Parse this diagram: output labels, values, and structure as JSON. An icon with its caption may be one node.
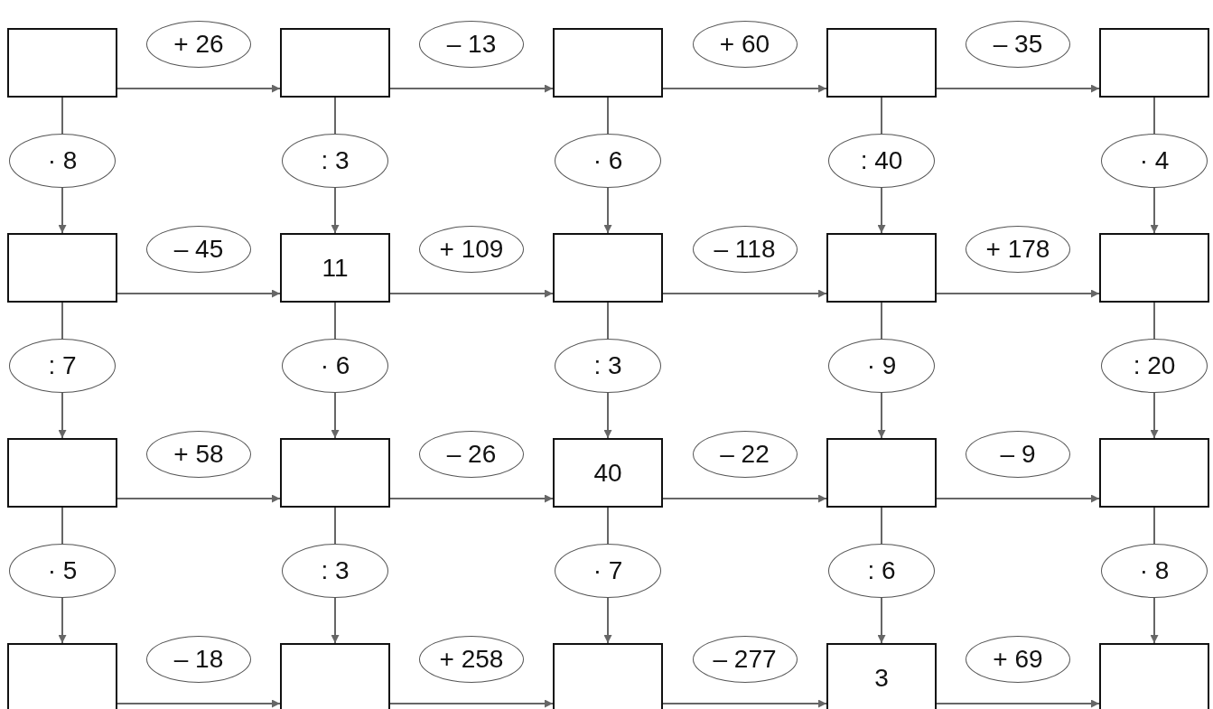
{
  "diagram": {
    "nodes": [
      {
        "text": [],
        "shape": "box"
      },
      {
        "text": [],
        "shape": "box"
      },
      {
        "text": [],
        "shape": "box"
      },
      {
        "text": [],
        "shape": "box"
      },
      {
        "text": [],
        "shape": "box"
      },
      {
        "text": [],
        "shape": "box"
      },
      {
        "text": [
          "11"
        ]
      },
      {
        "text": [],
        "shape": "box"
      },
      {
        "text": [],
        "shape": "box"
      },
      {
        "text": [],
        "shape": "box"
      },
      {
        "text": [],
        "shape": "box"
      },
      {
        "text": [],
        "shape": "box"
      },
      {
        "text": [
          "40"
        ]
      },
      {
        "text": [],
        "shape": "box"
      },
      {
        "text": [],
        "shape": "box"
      },
      {
        "text": [],
        "shape": "box"
      },
      {
        "text": [],
        "shape": "box"
      },
      {
        "text": [],
        "shape": "box"
      },
      {
        "text": [
          "3"
        ]
      },
      {
        "text": [],
        "shape": "box"
      }
    ],
    "edges": [
      {
        "from": 0,
        "to": 1,
        "arrow": "to",
        "label": "+ 26"
      },
      {
        "from": 1,
        "to": 2,
        "arrow": "to",
        "label": "– 13"
      },
      {
        "from": 2,
        "to": 3,
        "arrow": "to",
        "label": "+ 60"
      },
      {
        "from": 3,
        "to": 4,
        "arrow": "to",
        "label": "– 35"
      },
      {
        "from": 0,
        "to": 5,
        "arrow": "to",
        "label": "· 8"
      },
      {
        "from": 1,
        "to": 6,
        "arrow": "to",
        "label": ": 3"
      },
      {
        "from": 2,
        "to": 7,
        "arrow": "to",
        "label": "· 6"
      },
      {
        "from": 3,
        "to": 8,
        "arrow": "to",
        "label": ": 40"
      },
      {
        "from": 4,
        "to": 9,
        "arrow": "to",
        "label": "· 4"
      },
      {
        "from": 5,
        "to": 6,
        "arrow": "to",
        "label": "– 45"
      },
      {
        "from": 6,
        "to": 7,
        "arrow": "to",
        "label": "+ 109"
      },
      {
        "from": 7,
        "to": 8,
        "arrow": "to",
        "label": "– 118"
      },
      {
        "from": 8,
        "to": 9,
        "arrow": "to",
        "label": "+ 178"
      },
      {
        "from": 5,
        "to": 10,
        "arrow": "to",
        "label": ": 7"
      },
      {
        "from": 6,
        "to": 11,
        "arrow": "to",
        "label": "· 6"
      },
      {
        "from": 7,
        "to": 12,
        "arrow": "to",
        "label": ": 3"
      },
      {
        "from": 8,
        "to": 13,
        "arrow": "to",
        "label": "· 9"
      },
      {
        "from": 9,
        "to": 14,
        "arrow": "to",
        "label": ": 20"
      },
      {
        "from": 10,
        "to": 11,
        "arrow": "to",
        "label": "+ 58"
      },
      {
        "from": 11,
        "to": 12,
        "arrow": "to",
        "label": "– 26"
      },
      {
        "from": 12,
        "to": 13,
        "arrow": "to",
        "label": "– 22"
      },
      {
        "from": 13,
        "to": 14,
        "arrow": "to",
        "label": "– 9"
      },
      {
        "from": 10,
        "to": 15,
        "arrow": "to",
        "label": "· 5"
      },
      {
        "from": 11,
        "to": 16,
        "arrow": "to",
        "label": ": 3"
      },
      {
        "from": 12,
        "to": 17,
        "arrow": "to",
        "label": "· 7"
      },
      {
        "from": 13,
        "to": 18,
        "arrow": "to",
        "label": ": 6"
      },
      {
        "from": 14,
        "to": 19,
        "arrow": "to",
        "label": "· 8"
      },
      {
        "from": 15,
        "to": 16,
        "arrow": "to",
        "label": "– 18"
      },
      {
        "from": 16,
        "to": 17,
        "arrow": "to",
        "label": "+ 258"
      },
      {
        "from": 17,
        "to": 18,
        "arrow": "to",
        "label": "– 277"
      },
      {
        "from": 18,
        "to": 19,
        "arrow": "to",
        "label": "+ 69"
      }
    ]
  }
}
